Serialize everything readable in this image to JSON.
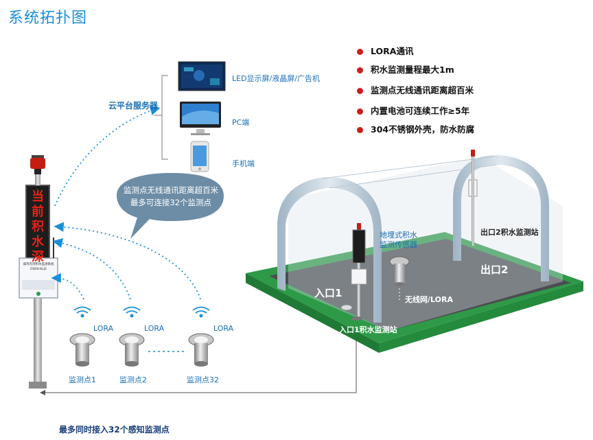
{
  "title": "系统拓扑图",
  "cloud_label": "云平台服务器",
  "terminals": [
    {
      "label": "LED显示屏/液晶屏/广告机",
      "icon": "dashboard-monitor-icon"
    },
    {
      "label": "PC端",
      "icon": "desktop-computer-icon"
    },
    {
      "label": "手机端",
      "icon": "mobile-phone-icon"
    }
  ],
  "bubble": {
    "line1": "监测点无线通讯距离超百米",
    "line2": "最多可连接32个监测点"
  },
  "led_text": [
    "当",
    "前",
    "积",
    "水",
    "深"
  ],
  "cabinet": {
    "line1": "城市内涝积水监测系统",
    "line2": "DSEN-BLJS"
  },
  "sensors": [
    {
      "lora": "LORA",
      "label": "监测点1"
    },
    {
      "lora": "LORA",
      "label": "监测点2"
    },
    {
      "lora": "LORA",
      "label": "监测点32"
    }
  ],
  "bottom_note": "最多同时接入32个感知监测点",
  "features": [
    "LORA通讯",
    "积水监测量程最大1m",
    "监测点无线通讯距离超百米",
    "内置电池可连续工作≥5年",
    "304不锈钢外壳，防水防腐"
  ],
  "scene": {
    "entrance1": "入口1",
    "exit2": "出口2",
    "station1": "入口1积水监测站",
    "station2": "出口2积水监测站",
    "sensor_label": "地埋式积水监测传感器",
    "wireless": "无线网/LORA"
  },
  "colors": {
    "accent": "#1a8ed8",
    "led": "#e82218",
    "road": "#4a4a4a",
    "grass": "#2e9a47",
    "bullet": "#d41a1a"
  }
}
